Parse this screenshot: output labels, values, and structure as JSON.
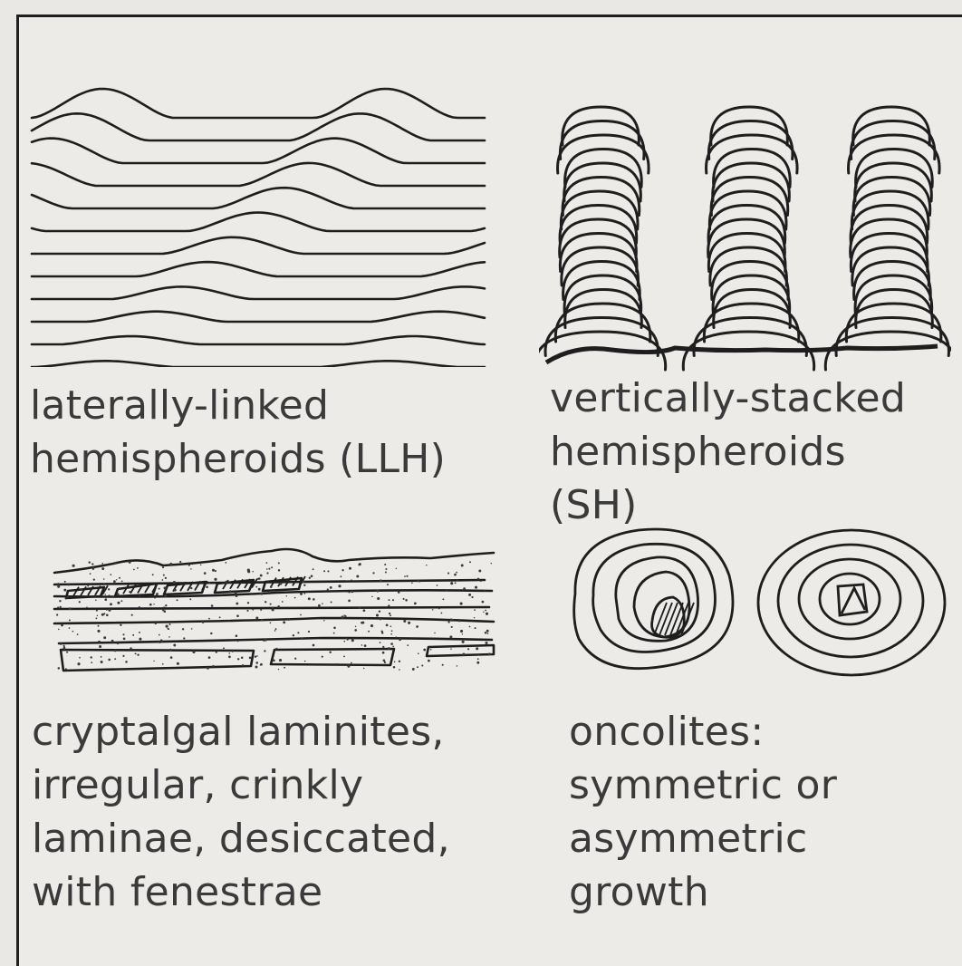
{
  "panels": [
    {
      "id": "llh",
      "caption_lines": [
        "laterally-linked",
        "hemispheroids (LLH)"
      ]
    },
    {
      "id": "sh",
      "caption_lines": [
        "vertically-stacked",
        "hemispheroids",
        "(SH)"
      ]
    },
    {
      "id": "cryptalgal",
      "caption_lines": [
        "cryptalgal laminites,",
        "irregular, crinkly",
        "laminae, desiccated,",
        "with fenestrae"
      ]
    },
    {
      "id": "oncolites",
      "caption_lines": [
        "oncolites:",
        "symmetric or",
        "asymmetric",
        "growth"
      ]
    }
  ],
  "colors": {
    "ink": "#1e1e1e",
    "paper": "#ecebe7",
    "text": "#3a3a3a"
  }
}
